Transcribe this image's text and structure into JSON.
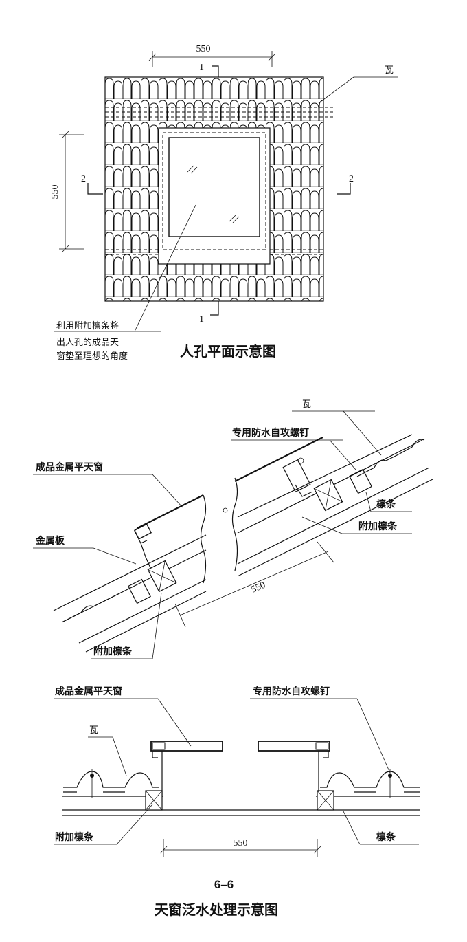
{
  "plan": {
    "dim_width": "550",
    "dim_height": "550",
    "section_mark_1_top": "1",
    "section_mark_1_bottom": "1",
    "section_mark_2_left": "2",
    "section_mark_2_right": "2",
    "label_tile": "瓦",
    "note_line1": "利用附加檩条将",
    "note_line2": "出人孔的成品天",
    "note_line3": "窗垫至理想的角度",
    "title": "人孔平面示意图"
  },
  "slope_section": {
    "label_tile": "瓦",
    "label_screw": "专用防水自攻螺钉",
    "label_skylight": "成品金属平天窗",
    "label_purlin": "檩条",
    "label_metal_plate": "金属板",
    "label_extra_purlin_right": "附加檩条",
    "label_extra_purlin_left": "附加檩条",
    "dim": "550"
  },
  "cross_section": {
    "label_skylight": "成品金属平天窗",
    "label_screw": "专用防水自攻螺钉",
    "label_tile": "瓦",
    "label_extra_purlin": "附加檩条",
    "label_purlin": "檩条",
    "dim": "550",
    "section_id": "6–6",
    "title": "天窗泛水处理示意图"
  }
}
